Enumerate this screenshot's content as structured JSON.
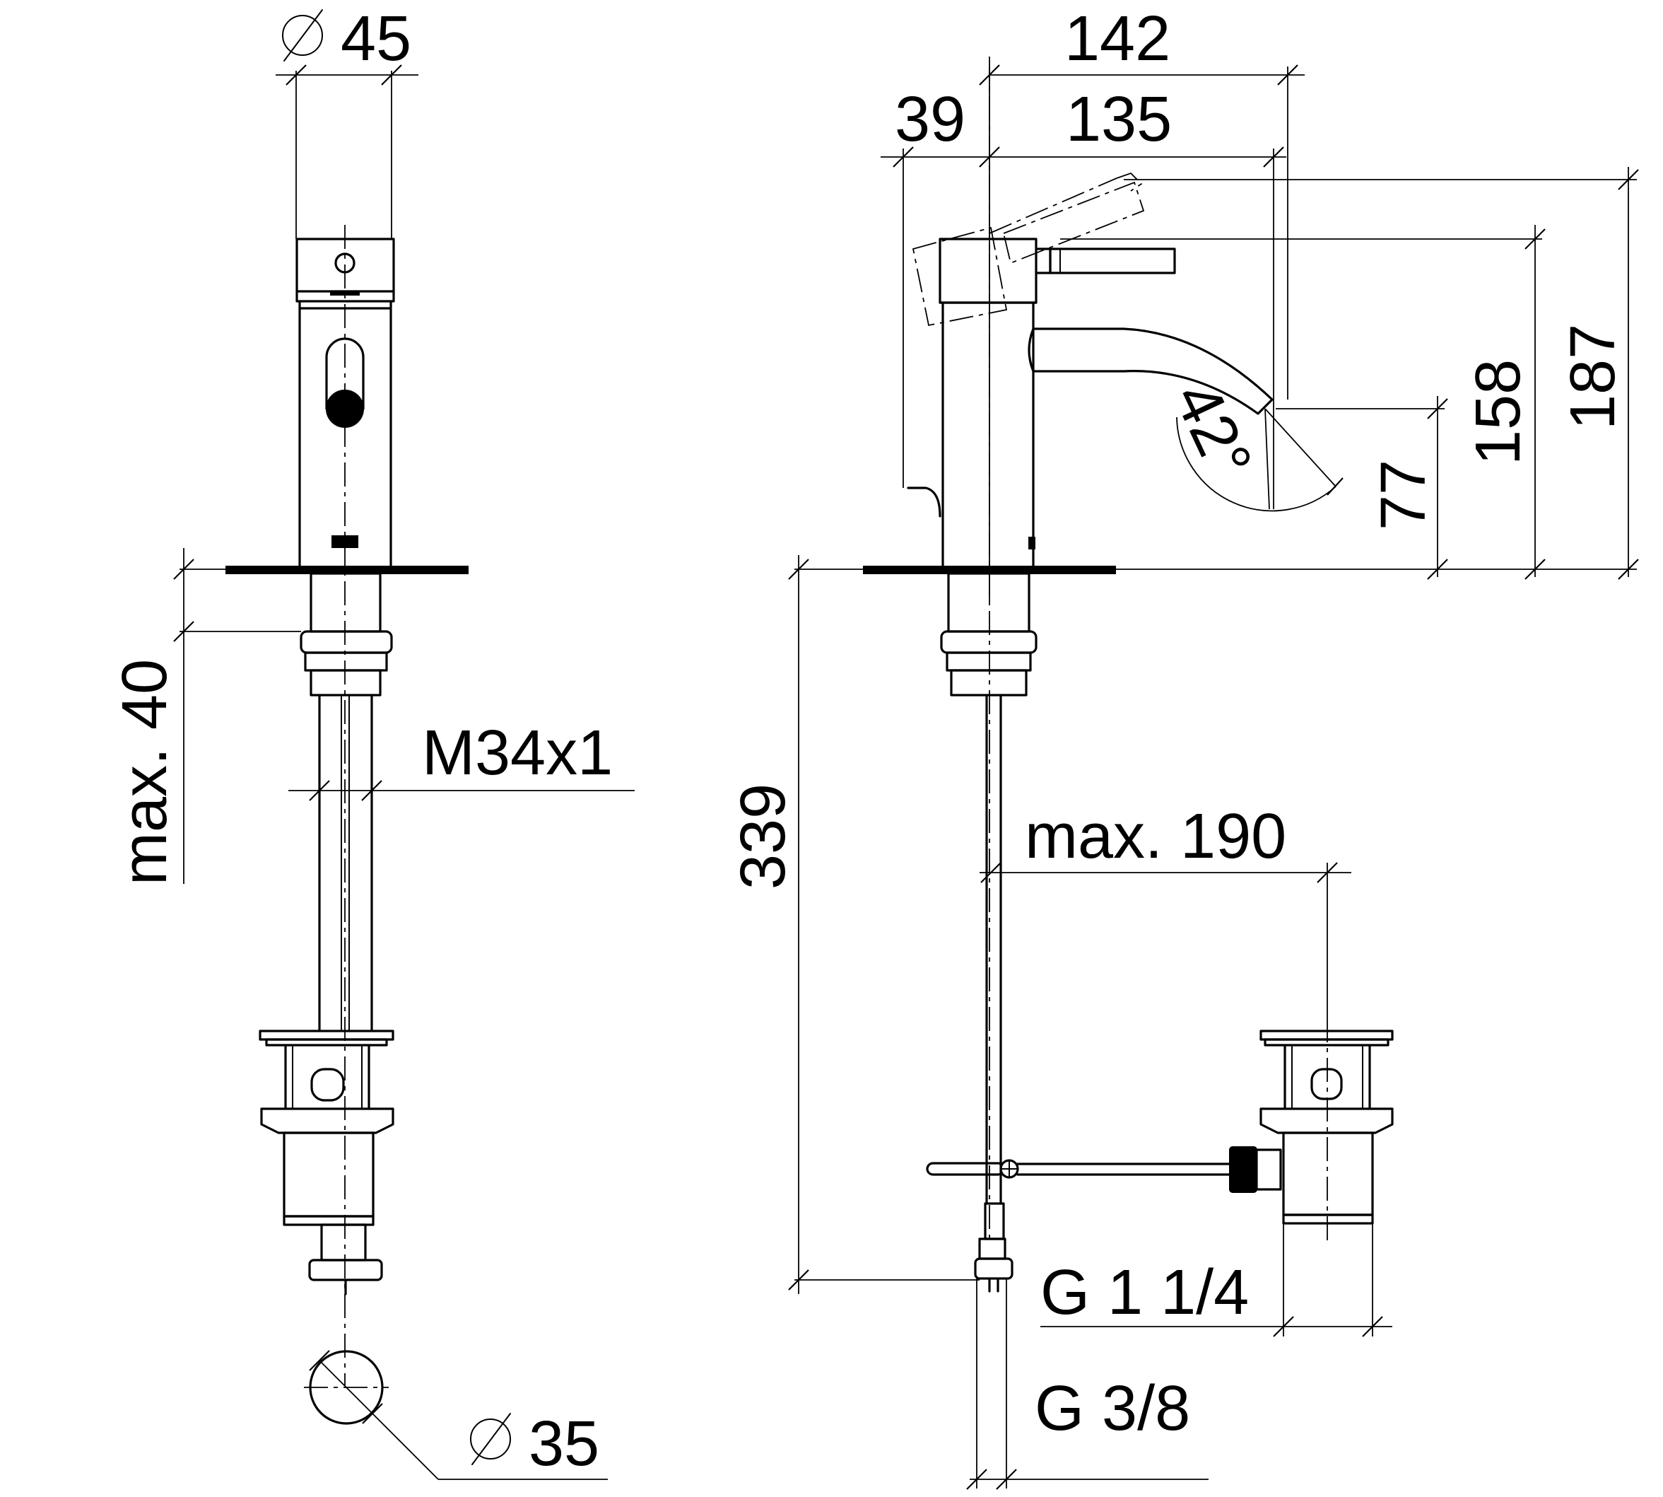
{
  "front_view": {
    "top_diameter": "45",
    "mount_depth": "max. 40",
    "thread": "M34x1",
    "hole_diameter": "35"
  },
  "side_view": {
    "width_overall": "142",
    "spout_reach": "135",
    "lever_offset": "39",
    "spout_angle": "42°",
    "spout_height": "77",
    "body_height": "158",
    "total_height": "187",
    "below_deck": "339",
    "waste_offset": "max. 190",
    "waste_thread": "G 1 1/4",
    "supply_thread": "G 3/8"
  }
}
